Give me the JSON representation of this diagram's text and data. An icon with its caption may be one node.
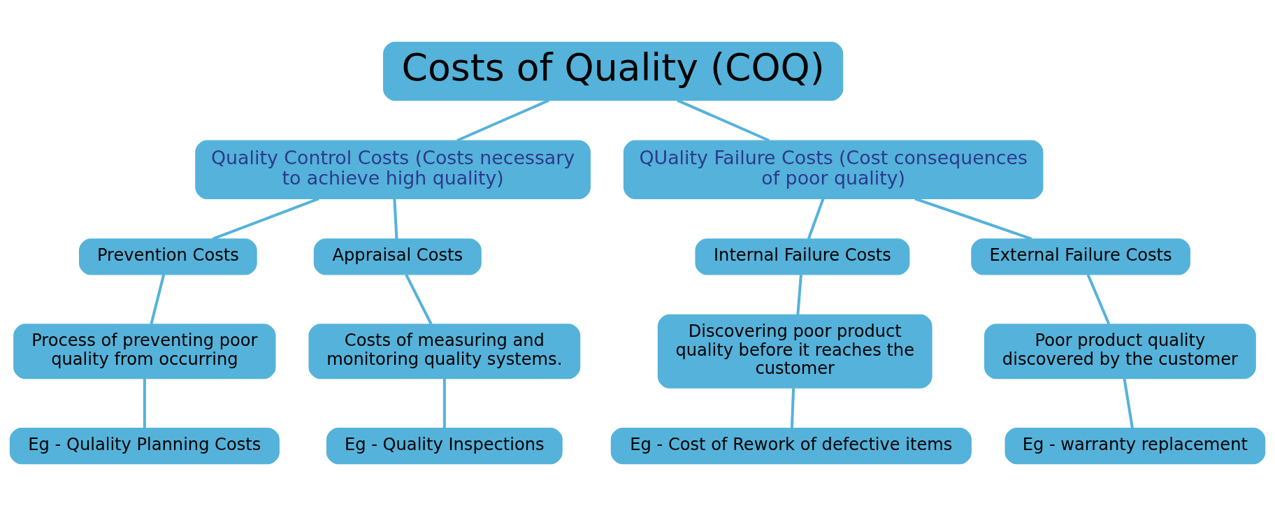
{
  "diagram": {
    "nodes": [
      {
        "text": [
          "Costs of Quality (COQ)"
        ]
      },
      {
        "text": [
          "Quality Control Costs (Costs necessary to achieve high quality)"
        ]
      },
      {
        "text": [
          "QUality Failure Costs (Cost consequences of poor quality)"
        ]
      },
      {
        "text": [
          "Prevention Costs"
        ]
      },
      {
        "text": [
          "Appraisal Costs"
        ]
      },
      {
        "text": [
          "Internal Failure Costs"
        ]
      },
      {
        "text": [
          "External Failure Costs"
        ]
      },
      {
        "text": [
          "Process of preventing poor quality from occurring"
        ]
      },
      {
        "text": [
          "Costs of measuring and monitoring quality systems."
        ]
      },
      {
        "text": [
          "Discovering poor product quality before it reaches the customer"
        ]
      },
      {
        "text": [
          "Poor product quality discovered by the customer"
        ]
      },
      {
        "text": [
          "Eg - Qulality Planning Costs"
        ]
      },
      {
        "text": [
          "Eg - Quality Inspections"
        ]
      },
      {
        "text": [
          "Eg - Cost of Rework of defective items"
        ]
      },
      {
        "text": [
          "Eg - warranty replacement"
        ]
      }
    ],
    "edges": [
      {
        "from": 0,
        "to": 1,
        "arrow": "none"
      },
      {
        "from": 0,
        "to": 2,
        "arrow": "none"
      },
      {
        "from": 1,
        "to": 3,
        "arrow": "none"
      },
      {
        "from": 1,
        "to": 4,
        "arrow": "none"
      },
      {
        "from": 2,
        "to": 5,
        "arrow": "none"
      },
      {
        "from": 2,
        "to": 6,
        "arrow": "none"
      },
      {
        "from": 3,
        "to": 7,
        "arrow": "none"
      },
      {
        "from": 4,
        "to": 8,
        "arrow": "none"
      },
      {
        "from": 5,
        "to": 9,
        "arrow": "none"
      },
      {
        "from": 6,
        "to": 10,
        "arrow": "none"
      },
      {
        "from": 7,
        "to": 11,
        "arrow": "none"
      },
      {
        "from": 8,
        "to": 12,
        "arrow": "none"
      },
      {
        "from": 9,
        "to": 13,
        "arrow": "none"
      },
      {
        "from": 10,
        "to": 14,
        "arrow": "none"
      }
    ]
  }
}
